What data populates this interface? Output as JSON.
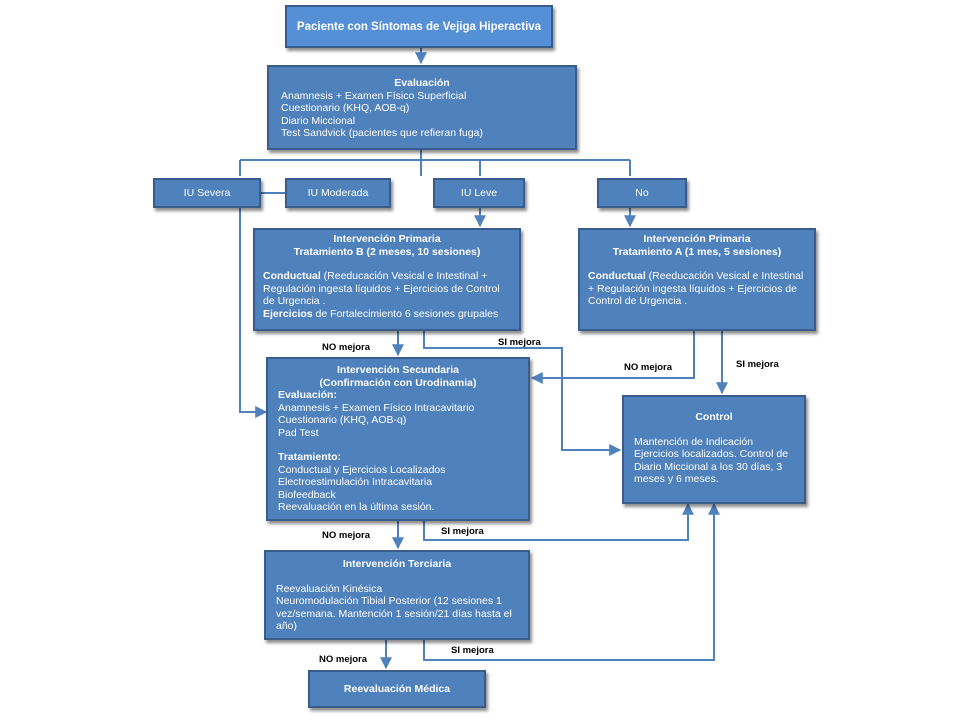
{
  "start": {
    "title": "Paciente con Síntomas de Vejiga Hiperactiva"
  },
  "evaluation": {
    "title": "Evaluación",
    "lines": [
      "Anamnesis + Examen Físico Superficial",
      "Cuestionario (KHQ, AOB-q)",
      "Diario Miccional",
      "Test Sandvick (pacientes que refieran fuga)"
    ]
  },
  "categories": {
    "severa": "IU Severa",
    "moderada": "IU Moderada",
    "leve": "IU Leve",
    "no": "No"
  },
  "primary_b": {
    "title1": "Intervención Primaria",
    "title2": "Tratamiento B  (2 meses, 10 sesiones)",
    "conductual_head": "Conductual",
    "conductual_text": " (Reeducación Vesical e Intestinal + Regulación ingesta líquidos + Ejercicios de Control de Urgencia .",
    "ejercicios_head": "Ejercicios",
    "ejercicios_text": " de Fortalecimiento 6 sesiones grupales"
  },
  "primary_a": {
    "title1": "Intervención Primaria",
    "title2": "Tratamiento A (1 mes, 5 sesiones)",
    "conductual_head": "Conductual",
    "conductual_text": " (Reeducación Vesical e Intestinal + Regulación ingesta líquidos + Ejercicios de Control de Urgencia ."
  },
  "secondary": {
    "title1": "Intervención  Secundaria",
    "title2": "(Confirmación con Urodinamia)",
    "eval_title": "Evaluación:",
    "eval_lines": [
      "Anamnesis + Examen Físico Intracavitario",
      "Cuestionario (KHQ, AOB-q)",
      "Pad Test"
    ],
    "treat_title": "Tratamiento:",
    "treat_lines": [
      "Conductual y Ejercicios Localizados",
      "Electroestimulación Intracavitaria",
      "Biofeedback",
      "Reevaluación en la última sesión."
    ]
  },
  "control": {
    "title": "Control",
    "text": "Mantención de Indicación Ejercicios localizados. Control de Diario Miccional a los 30 días, 3 meses y 6 meses."
  },
  "tertiary": {
    "title": "Intervención  Terciaria",
    "lines": [
      "Reevaluación Kinésica",
      "Neuromodulación Tibial Posterior (12 sesiones 1 vez/semana. Mantención 1 sesión/21 días hasta el año)"
    ]
  },
  "medical": {
    "title": "Reevaluación Médica"
  },
  "labels": {
    "no_mejora": "NO mejora",
    "si_mejora": "SI mejora"
  },
  "colors": {
    "box_fill": "#4f81bd",
    "box_border": "#385d8a",
    "connector": "#4f81bd"
  }
}
